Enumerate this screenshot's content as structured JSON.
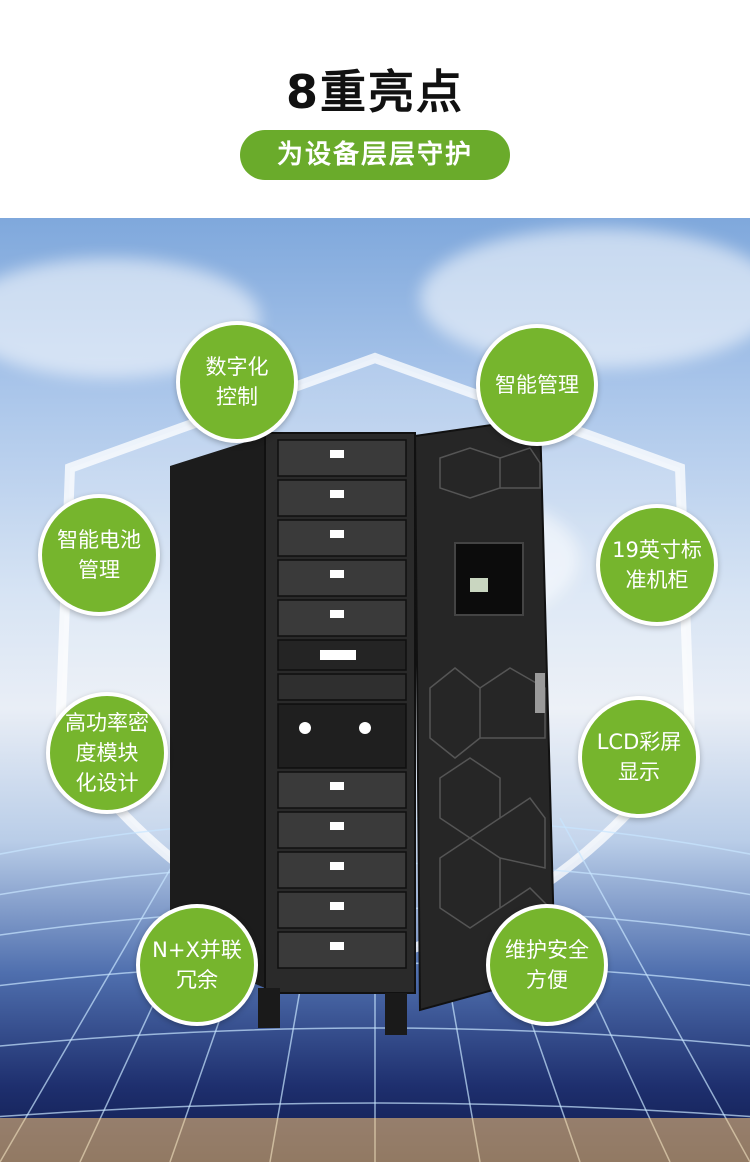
{
  "title": "8重亮点",
  "subtitle": "为设备层层守护",
  "features": {
    "f1": {
      "line1": "数字化",
      "line2": "控制"
    },
    "f2": {
      "line1": "智能管理"
    },
    "f3": {
      "line1": "智能电池",
      "line2": "管理"
    },
    "f4": {
      "line1": "19英寸标",
      "line2": "准机柜"
    },
    "f5": {
      "line1": "高功率密",
      "line2": "度模块",
      "line3": "化设计"
    },
    "f6": {
      "line1": "LCD彩屏",
      "line2": "显示"
    },
    "f7": {
      "line1": "N+X并联",
      "line2": "冗余"
    },
    "f8": {
      "line1": "维护安全",
      "line2": "方便"
    }
  },
  "colors": {
    "accent_green": "#6aab2b",
    "badge_green": "#76b52d"
  }
}
